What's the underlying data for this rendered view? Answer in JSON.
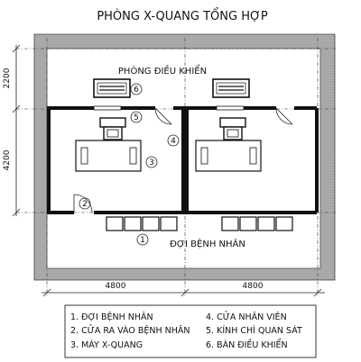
{
  "title": "PHÒNG X-QUANG TỔNG HỢP",
  "rooms": {
    "control": "PHÒNG ĐIỀU KHIỂN",
    "waiting": "ĐỢI BỆNH NHÂN"
  },
  "dimensions": {
    "top_left": "2200",
    "left_middle": "4200",
    "bottom_left": "4800",
    "bottom_right": "4800"
  },
  "markers": [
    "1",
    "2",
    "3",
    "4",
    "5",
    "6"
  ],
  "legend": {
    "left": [
      "1. ĐỢI BỆNH NHÂN",
      "2. CỬA RA VÀO BỆNH NHÂN",
      "3. MÁY X-QUANG"
    ],
    "right": [
      "4. CỬA NHÂN VIÊN",
      "5. KÍNH CHÌ QUAN SÁT",
      "6. BÀN ĐIỀU KHIỂN"
    ]
  },
  "colors": {
    "hatch": "#8a8a8a",
    "wall": "#111111",
    "line": "#222222"
  }
}
